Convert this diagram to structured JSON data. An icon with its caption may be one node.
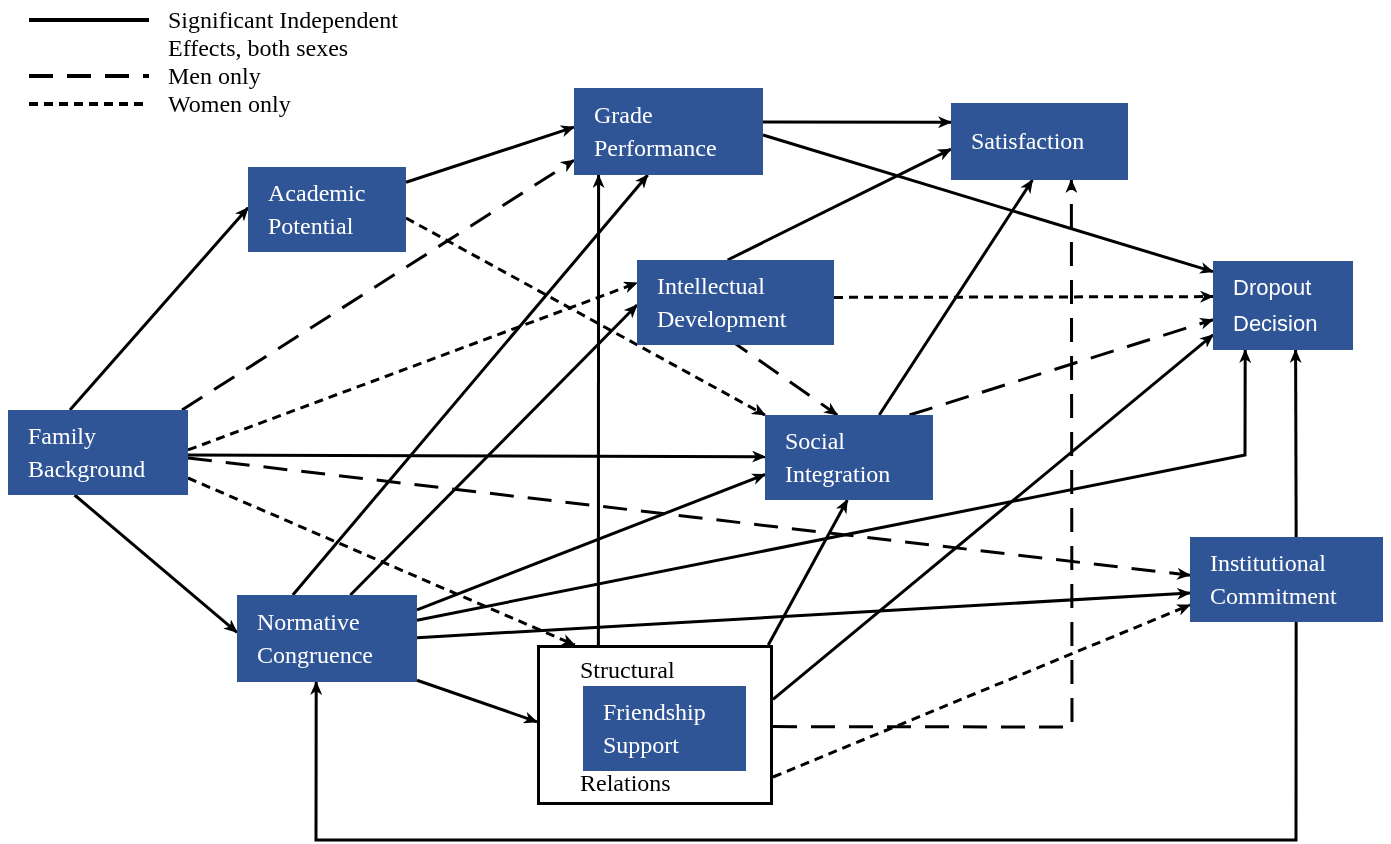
{
  "diagram": {
    "nodes": [
      {
        "text": [
          "Family Background"
        ]
      },
      {
        "text": [
          "Academic Potential"
        ]
      },
      {
        "text": [
          "Grade Performance"
        ]
      },
      {
        "text": [
          "Satisfaction"
        ]
      },
      {
        "text": [
          "Intellectual Development"
        ]
      },
      {
        "text": [
          "Dropout Decision"
        ]
      },
      {
        "text": [
          "Social Integration"
        ]
      },
      {
        "text": [
          "Institutional Commitment"
        ]
      },
      {
        "text": [
          "Normative Congruence"
        ]
      },
      {
        "text": [
          "Structural",
          "Relations"
        ]
      },
      {
        "text": [
          "Friendship Support"
        ],
        "in": 9
      }
    ],
    "edges": [
      {
        "from": 0,
        "to": 1,
        "arrow": "to"
      },
      {
        "from": 0,
        "to": 2,
        "arrow": "to",
        "style": "dashed"
      },
      {
        "from": 0,
        "to": 4,
        "arrow": "to",
        "style": "dashed"
      },
      {
        "from": 0,
        "to": 6,
        "arrow": "to"
      },
      {
        "from": 0,
        "to": 7,
        "arrow": "to",
        "style": "dashed"
      },
      {
        "from": 0,
        "to": 9,
        "arrow": "to",
        "style": "dashed"
      },
      {
        "from": 0,
        "to": 8,
        "arrow": "to"
      },
      {
        "from": 1,
        "to": 2,
        "arrow": "to"
      },
      {
        "from": 1,
        "to": 6,
        "arrow": "to",
        "style": "dashed"
      },
      {
        "from": 2,
        "to": 3,
        "arrow": "to"
      },
      {
        "from": 2,
        "to": 5,
        "arrow": "to"
      },
      {
        "from": 4,
        "to": 3,
        "arrow": "to"
      },
      {
        "from": 4,
        "to": 5,
        "arrow": "to",
        "style": "dashed"
      },
      {
        "from": 4,
        "to": 6,
        "arrow": "to",
        "style": "dashed"
      },
      {
        "from": 6,
        "to": 3,
        "arrow": "to"
      },
      {
        "from": 6,
        "to": 5,
        "arrow": "to",
        "style": "dashed"
      },
      {
        "from": 8,
        "to": 2,
        "arrow": "to"
      },
      {
        "from": 8,
        "to": 4,
        "arrow": "to"
      },
      {
        "from": 8,
        "to": 6,
        "arrow": "to"
      },
      {
        "from": 8,
        "to": 5,
        "arrow": "to"
      },
      {
        "from": 8,
        "to": 7,
        "arrow": "to"
      },
      {
        "from": 8,
        "to": 9,
        "arrow": "to"
      },
      {
        "from": 9,
        "to": 2,
        "arrow": "to"
      },
      {
        "from": 9,
        "to": 6,
        "arrow": "to"
      },
      {
        "from": 9,
        "to": 5,
        "arrow": "to"
      },
      {
        "from": 9,
        "to": 3,
        "arrow": "to",
        "style": "dashed"
      },
      {
        "from": 9,
        "to": 7,
        "arrow": "to",
        "style": "dashed"
      },
      {
        "from": 7,
        "to": 5,
        "arrow": "to"
      },
      {
        "from": 7,
        "to": 8,
        "arrow": "to"
      }
    ],
    "legend": [
      {
        "text": "Significant Independent Effects, both sexes"
      },
      {
        "text": "Men only"
      },
      {
        "text": "Women only"
      }
    ]
  }
}
